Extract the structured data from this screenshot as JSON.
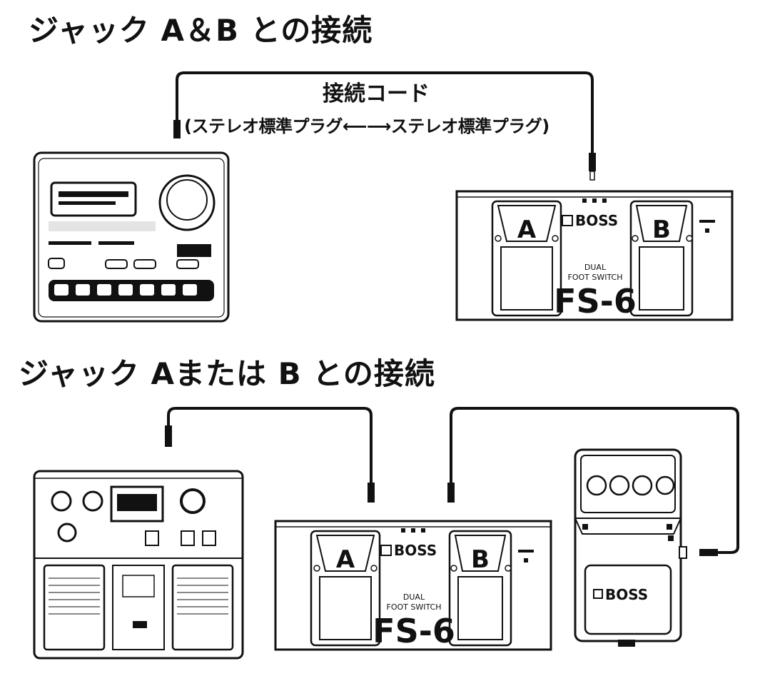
{
  "section_top": {
    "title": "ジャック A＆B との接続",
    "cable_title": "接続コード",
    "cable_spec": "(ステレオ標準プラグ⟵⟶ステレオ標準プラグ)"
  },
  "section_bottom": {
    "title": "ジャック Aまたは B との接続"
  },
  "footswitch": {
    "button_a": "A",
    "button_b": "B",
    "brand": "BOSS",
    "type_line1": "DUAL",
    "type_line2": "FOOT SWITCH",
    "model": "FS-6"
  },
  "compact_pedal": {
    "brand": "BOSS"
  },
  "colors": {
    "ink": "#111111",
    "paper": "#ffffff",
    "panel": "#f4f4f4"
  }
}
